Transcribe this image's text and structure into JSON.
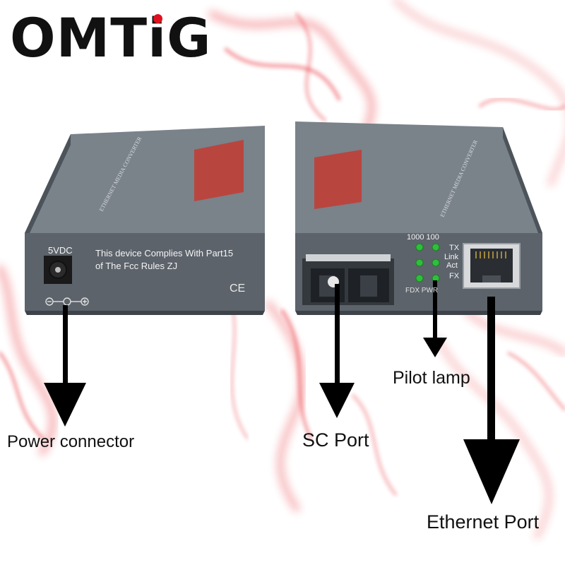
{
  "brand": {
    "name_start": "OMT",
    "name_i": "i",
    "name_end": "G",
    "accent_color": "#e0101e"
  },
  "left_device": {
    "input_label": "5VDC",
    "compliance_line1": "This device Complies With Part15",
    "compliance_line2": "of The Fcc Rules ZJ",
    "ce_mark": "CE"
  },
  "right_device": {
    "led_header": "1000 100",
    "led_labels": {
      "tx": "TX",
      "link": "Link",
      "act": "Act",
      "fx": "FX"
    },
    "bottom_labels": "FDX PWR",
    "led_color": "#2fbf3a"
  },
  "callouts": {
    "power": "Power connector",
    "sc": "SC Port",
    "pilot": "Pilot lamp",
    "ethernet": "Ethernet Port"
  },
  "colors": {
    "device_body": "#5c636b",
    "smoke": "#e8202a",
    "arrow": "#000000"
  }
}
